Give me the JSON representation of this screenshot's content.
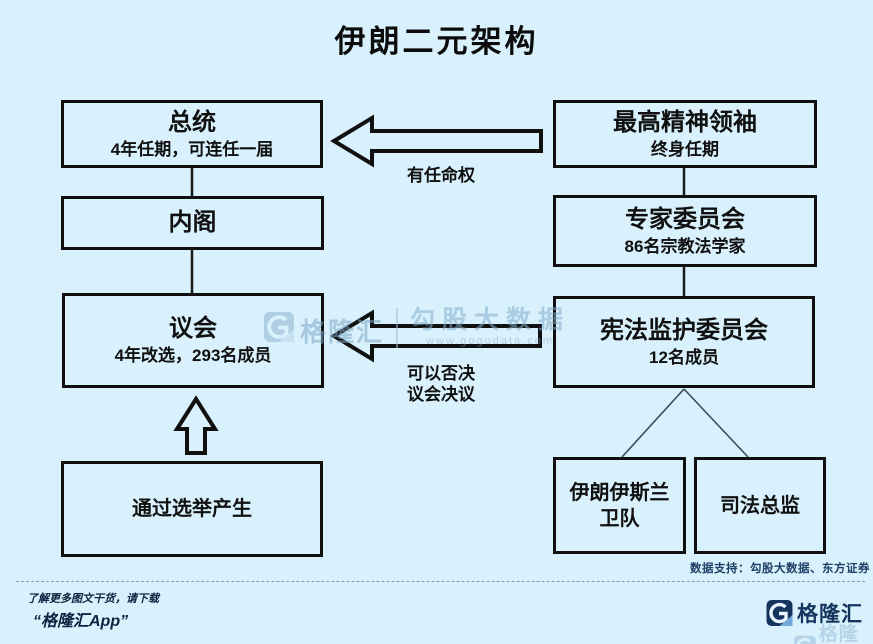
{
  "page": {
    "title": "伊朗二元架构"
  },
  "boxes": {
    "president": {
      "title": "总统",
      "subtitle": "4年任期，可连任一届"
    },
    "cabinet": {
      "title": "内阁"
    },
    "parliament": {
      "title": "议会",
      "subtitle": "4年改选，293名成员"
    },
    "election": {
      "title": "通过选举产生"
    },
    "supreme_leader": {
      "title": "最高精神领袖",
      "subtitle": "终身任期"
    },
    "experts": {
      "title": "专家委员会",
      "subtitle": "86名宗教法学家"
    },
    "guardian": {
      "title": "宪法监护委员会",
      "subtitle": "12名成员"
    },
    "guard_corps": {
      "title": "伊朗伊斯兰卫队"
    },
    "judiciary": {
      "title": "司法总监"
    }
  },
  "arrows": {
    "appointment_label": "有任命权",
    "veto_line1": "可以否决",
    "veto_line2": "议会决议"
  },
  "watermark": {
    "brand": "格隆汇",
    "product": "勾股大数据",
    "url": "www.gogudata.com"
  },
  "footer": {
    "data_support": "数据支持：勾股大数据、东方证券",
    "promo_line1": "了解更多图文干货，请下载",
    "promo_line2": "“格隆汇App”",
    "brand": "格隆汇"
  },
  "colors": {
    "background": "#d8f1fc",
    "box_border": "#101010",
    "brand_navy": "#16355e",
    "watermark_blue": "#8fb3d1"
  }
}
